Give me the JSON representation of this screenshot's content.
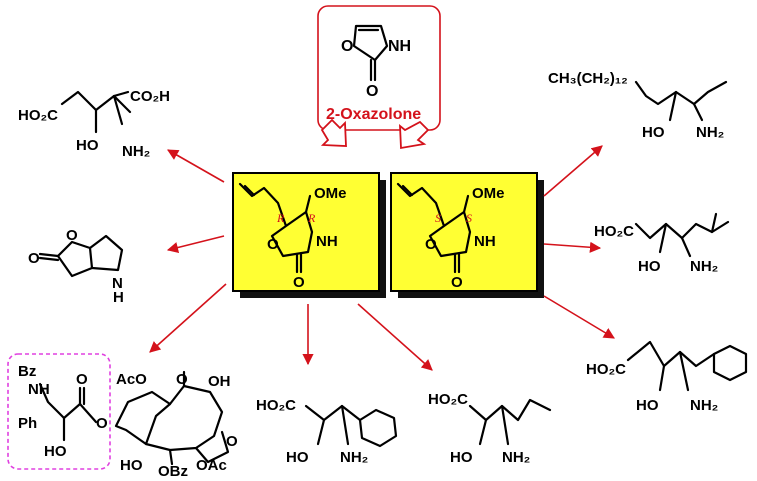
{
  "top": {
    "label": "2-Oxazolone",
    "n_label": "NH",
    "o_label": "O",
    "carbonyl_o": "O"
  },
  "box_r": {
    "ome": "OMe",
    "nh": "NH",
    "o_ring": "O",
    "o_carbonyl": "O",
    "stereo1": "R",
    "stereo2": "R"
  },
  "box_s": {
    "ome": "OMe",
    "nh": "NH",
    "o_ring": "O",
    "o_carbonyl": "O",
    "stereo1": "S",
    "stereo2": "S"
  },
  "products": {
    "p1": {
      "ho2c": "HO₂C",
      "co2h": "CO₂H",
      "ho": "HO",
      "nh2": "NH₂"
    },
    "p2": {
      "o_ring": "O",
      "o_carbonyl": "O",
      "nh": "N",
      "h": "H"
    },
    "p3": {
      "bz": "Bz",
      "nh": "NH",
      "ph": "Ph",
      "ho": "HO",
      "o1": "O",
      "o2": "O",
      "aco": "AcO",
      "o3": "O",
      "oh": "OH",
      "ho2": "HO",
      "obz": "OBz",
      "oac": "OAc",
      "o4": "O"
    },
    "p4": {
      "ho2c": "HO₂C",
      "ho": "HO",
      "nh2": "NH₂"
    },
    "p5": {
      "ho2c": "HO₂C",
      "ho": "HO",
      "nh2": "NH₂"
    },
    "p6": {
      "chain": "CH₃(CH₂)₁₂",
      "ho": "HO",
      "nh2": "NH₂"
    },
    "p7": {
      "ho2c": "HO₂C",
      "ho": "HO",
      "nh2": "NH₂"
    },
    "p8": {
      "ho2c": "HO₂C",
      "ho": "HO",
      "nh2": "NH₂"
    }
  },
  "colors": {
    "box_fill": "#ffff33",
    "accent": "#d4121b",
    "taxol_frame": "#e040e0"
  }
}
